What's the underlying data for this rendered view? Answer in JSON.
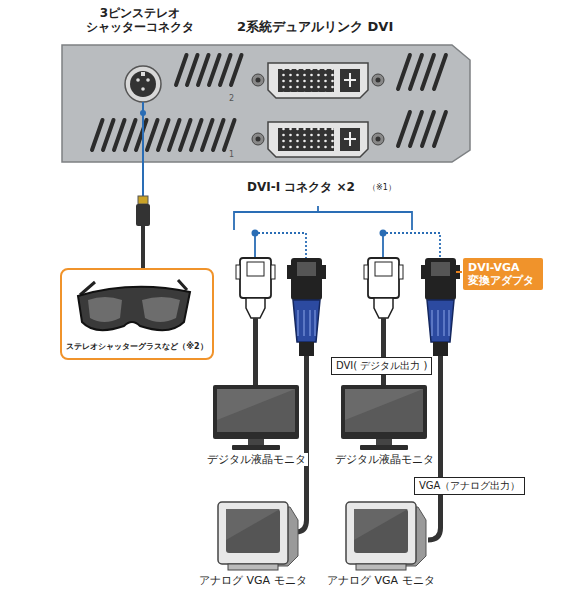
{
  "diagram": {
    "nodes": [
      {
        "text": [
          "ステレオシャッターグラスなど（※2）"
        ]
      },
      {
        "text": [
          "DVI-VGA 変換アダプタ"
        ]
      },
      {
        "text": [
          "DVI( デジタル出力 )"
        ]
      },
      {
        "text": [
          "VGA（アナログ出力）"
        ]
      }
    ],
    "labels": [
      "3ピンステレオ シャッターコネクタ",
      "2系統デュアルリンク DVI",
      "DVI-I コネクタ ×2",
      "（※1）",
      "2",
      "1",
      "デジタル液晶モニタ",
      "デジタル液晶モニタ",
      "アナログ VGA モニタ",
      "アナログ VGA モニタ"
    ]
  }
}
